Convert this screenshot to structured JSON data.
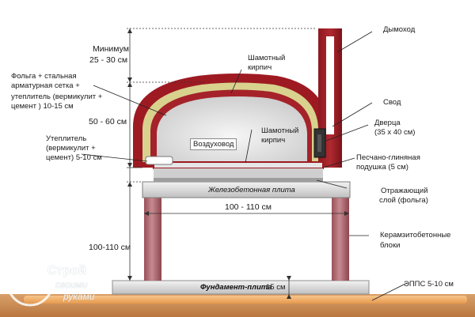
{
  "labels": {
    "minimum": "Минимум",
    "minimum_range": "25 - 30 см",
    "foil_1": "Фольга + стальная",
    "foil_2": "арматурная сетка  +",
    "foil_3": "утеплитель (вермикулит +",
    "foil_4": "цемент ) 10-15 см",
    "chamotte_top_1": "Шамотный",
    "chamotte_top_2": "кирпич",
    "chimney": "Дымоход",
    "vault": "Свод",
    "door_1": "Дверца",
    "door_2": "(35 х 40 см)",
    "height_50_60": "50 - 60 см",
    "insul_1": "Утеплитель",
    "insul_2": "(вермикулит +",
    "insul_3": "цемент) 5-10 см",
    "air_duct": "Воздуховод",
    "chamotte_mid_1": "Шамотный",
    "chamotte_mid_2": "кирпич",
    "sand_clay_1": "Песчано-глиняная",
    "sand_clay_2": "подушка  (5 см)",
    "slab": "Железобетонная плита",
    "reflect_1": "Отражающий",
    "reflect_2": "слой (фольга)",
    "width": "100 - 110 см",
    "blocks_1": "Керамзитобетонные",
    "blocks_2": "блоки",
    "height_100_110": "100-110 см",
    "foundation": "Фундамент-плита",
    "foundation_thickness": "15 см",
    "epps": "ЭППС 5-10 см"
  },
  "watermark": {
    "line1": "Строй",
    "line2": "своими",
    "line3": "руками"
  },
  "colors": {
    "brick_red": "#9e1a22",
    "fire_brick": "#d8d28e",
    "chamber": "#e4e4e4",
    "slab": "#dcdcdc",
    "column": "#b36b72",
    "ground": "#c98a55"
  }
}
